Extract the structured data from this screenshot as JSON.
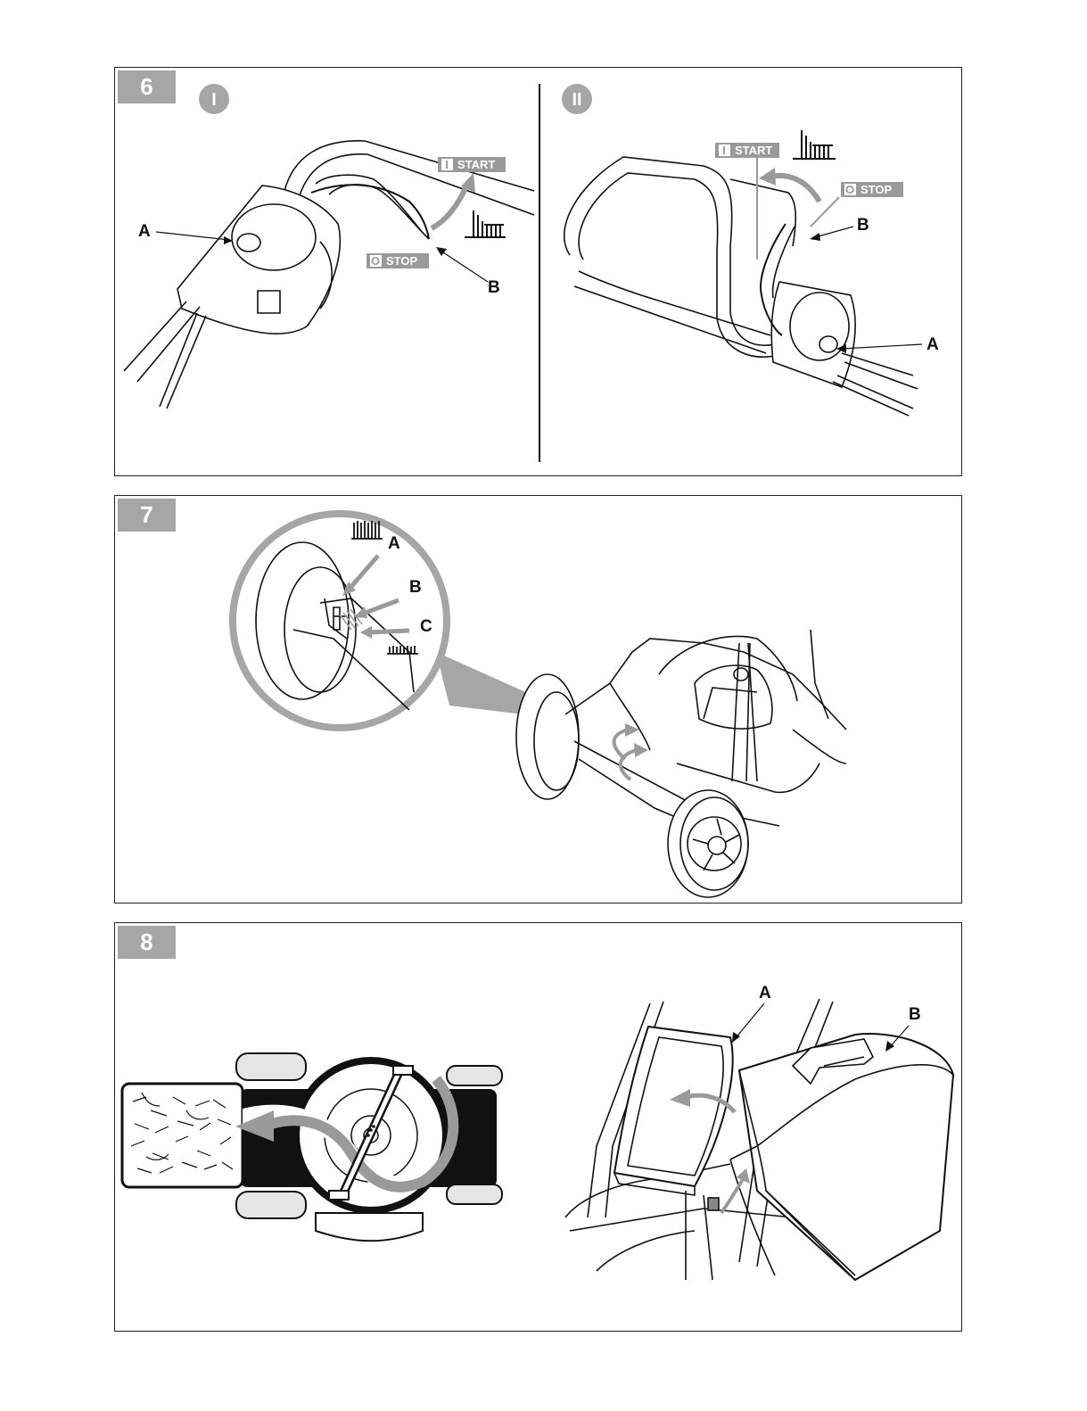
{
  "panels": [
    {
      "number": "6",
      "sub_labels": [
        "I",
        "II"
      ]
    },
    {
      "number": "7"
    },
    {
      "number": "8"
    }
  ],
  "p6": {
    "start_label": "START",
    "stop_label": "STOP",
    "start_symbol": "I",
    "stop_symbol": "O",
    "callout_a": "A",
    "callout_b": "B"
  },
  "p7": {
    "callout_a": "A",
    "callout_b": "B",
    "callout_c": "C"
  },
  "p8": {
    "callout_a": "A",
    "callout_b": "B"
  },
  "colors": {
    "badge_gray": "#a6a6a6",
    "arrow_gray": "#9a9a9a",
    "line": "#111111",
    "panel_border": "#222222"
  }
}
